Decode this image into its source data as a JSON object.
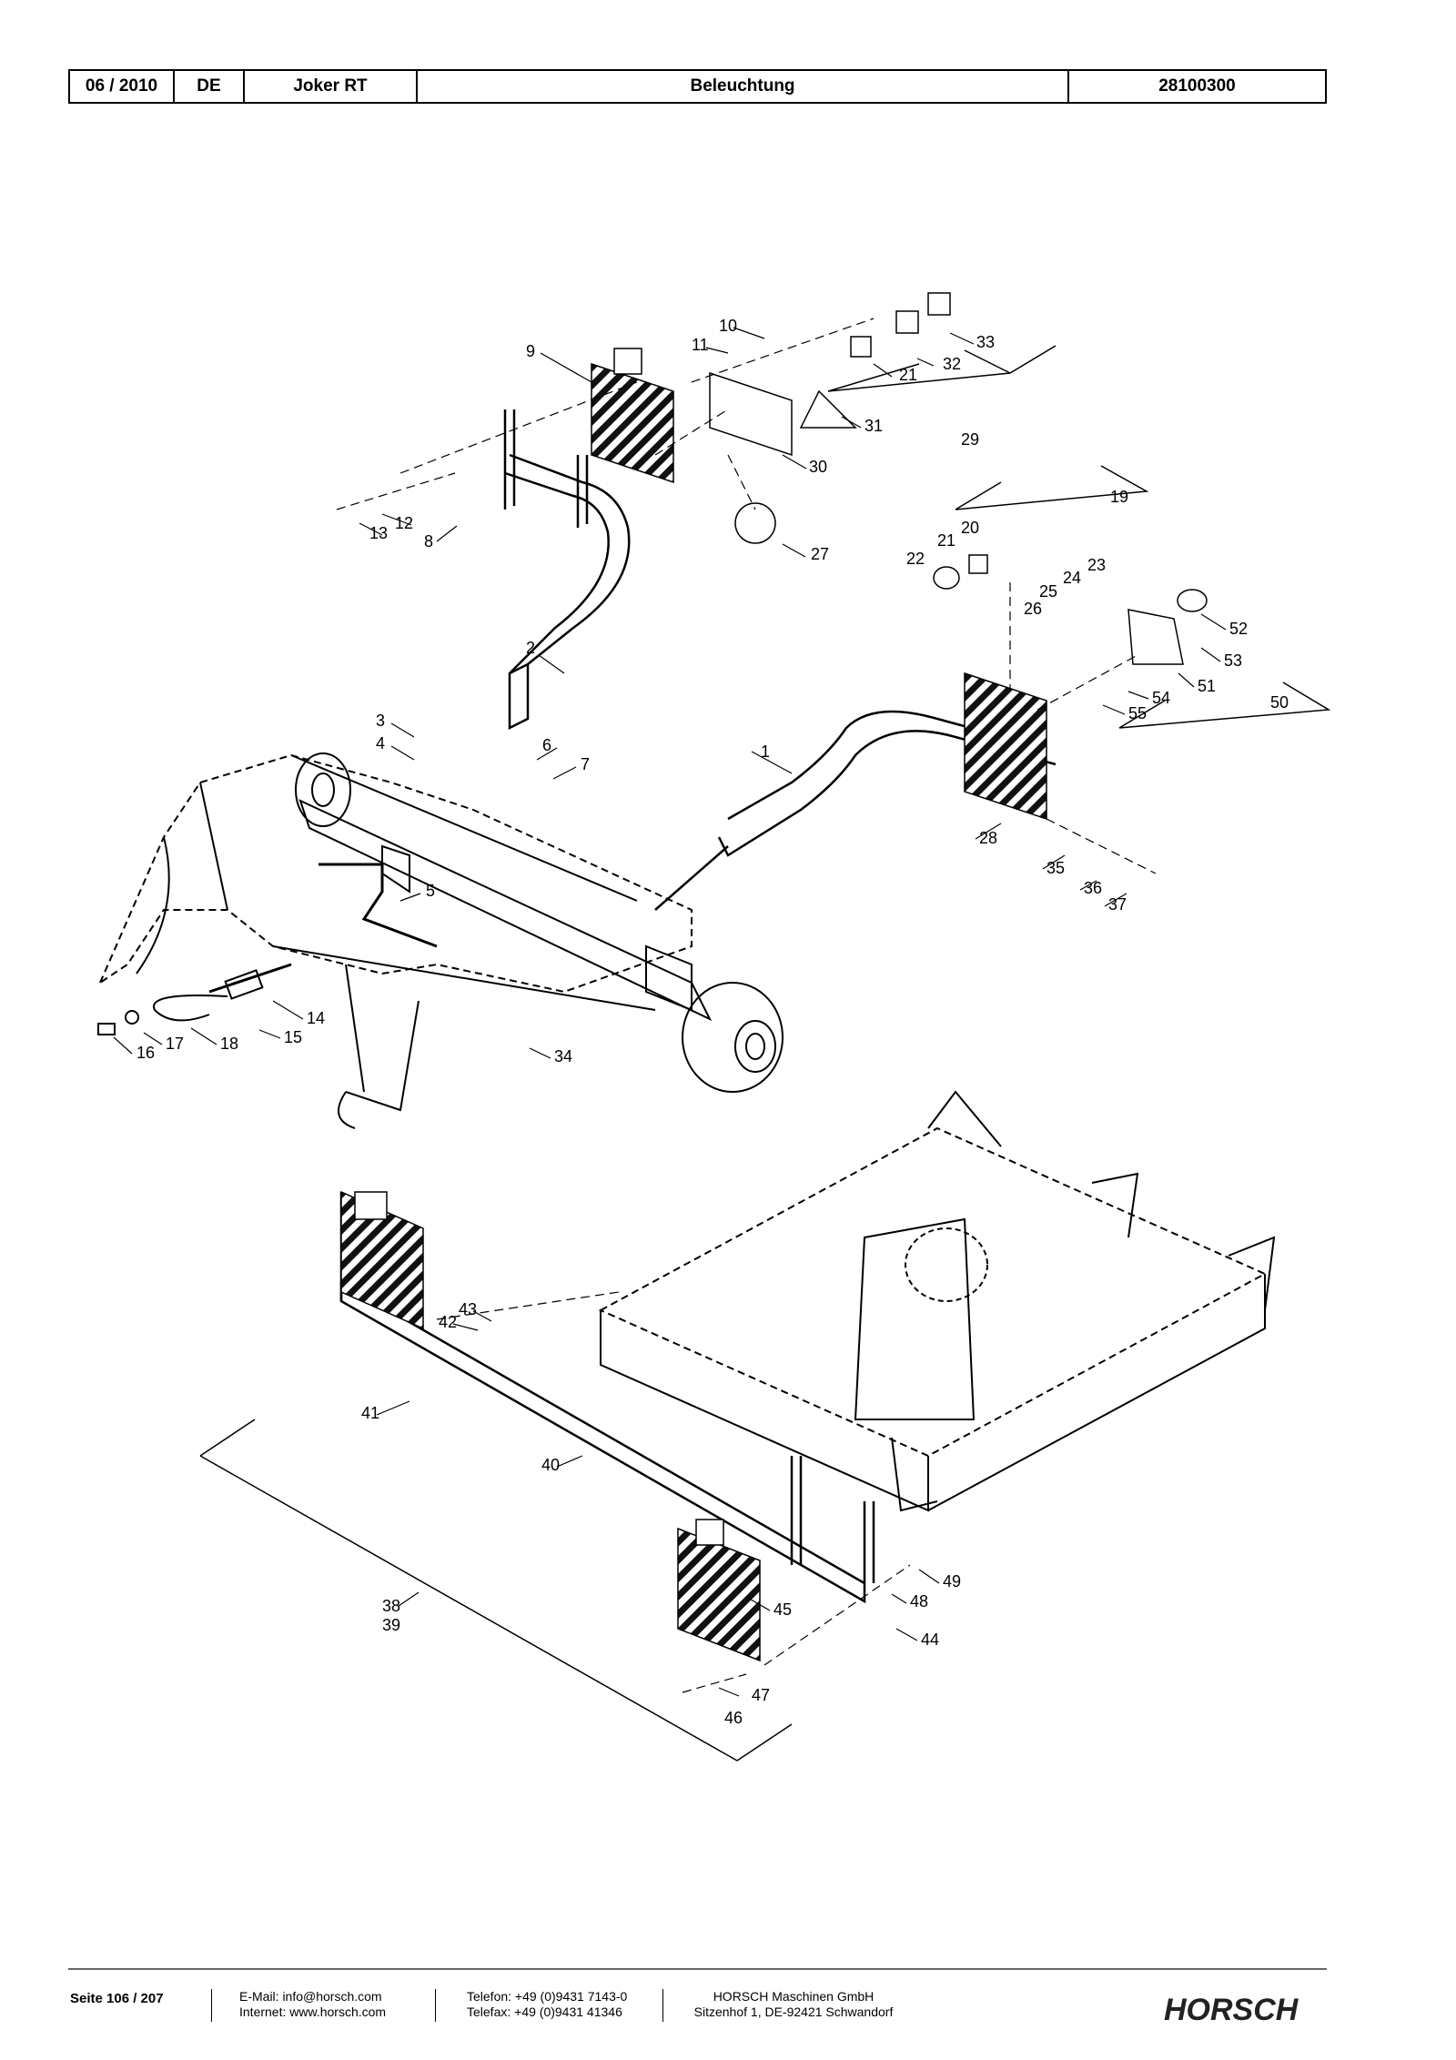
{
  "header": {
    "date": "06 / 2010",
    "lang": "DE",
    "model": "Joker RT",
    "title": "Beleuchtung",
    "number": "28100300"
  },
  "callouts": [
    "1",
    "2",
    "3",
    "4",
    "5",
    "6",
    "7",
    "8",
    "9",
    "10",
    "11",
    "12",
    "13",
    "14",
    "15",
    "16",
    "17",
    "18",
    "19",
    "20",
    "21",
    "21",
    "22",
    "23",
    "24",
    "25",
    "26",
    "27",
    "28",
    "29",
    "30",
    "31",
    "32",
    "33",
    "34",
    "35",
    "36",
    "37",
    "38",
    "39",
    "40",
    "41",
    "42",
    "43",
    "44",
    "45",
    "46",
    "47",
    "48",
    "49",
    "50",
    "51",
    "52",
    "53",
    "54",
    "55"
  ],
  "footer": {
    "page": "Seite 106 / 207",
    "email": "E-Mail: info@horsch.com",
    "internet": "Internet: www.horsch.com",
    "phone": "Telefon: +49 (0)9431 7143-0",
    "fax": "Telefax: +49 (0)9431 41346",
    "company": "HORSCH Maschinen GmbH",
    "address": "Sitzenhof 1, DE-92421 Schwandorf",
    "logo_text": "HORSCH"
  }
}
